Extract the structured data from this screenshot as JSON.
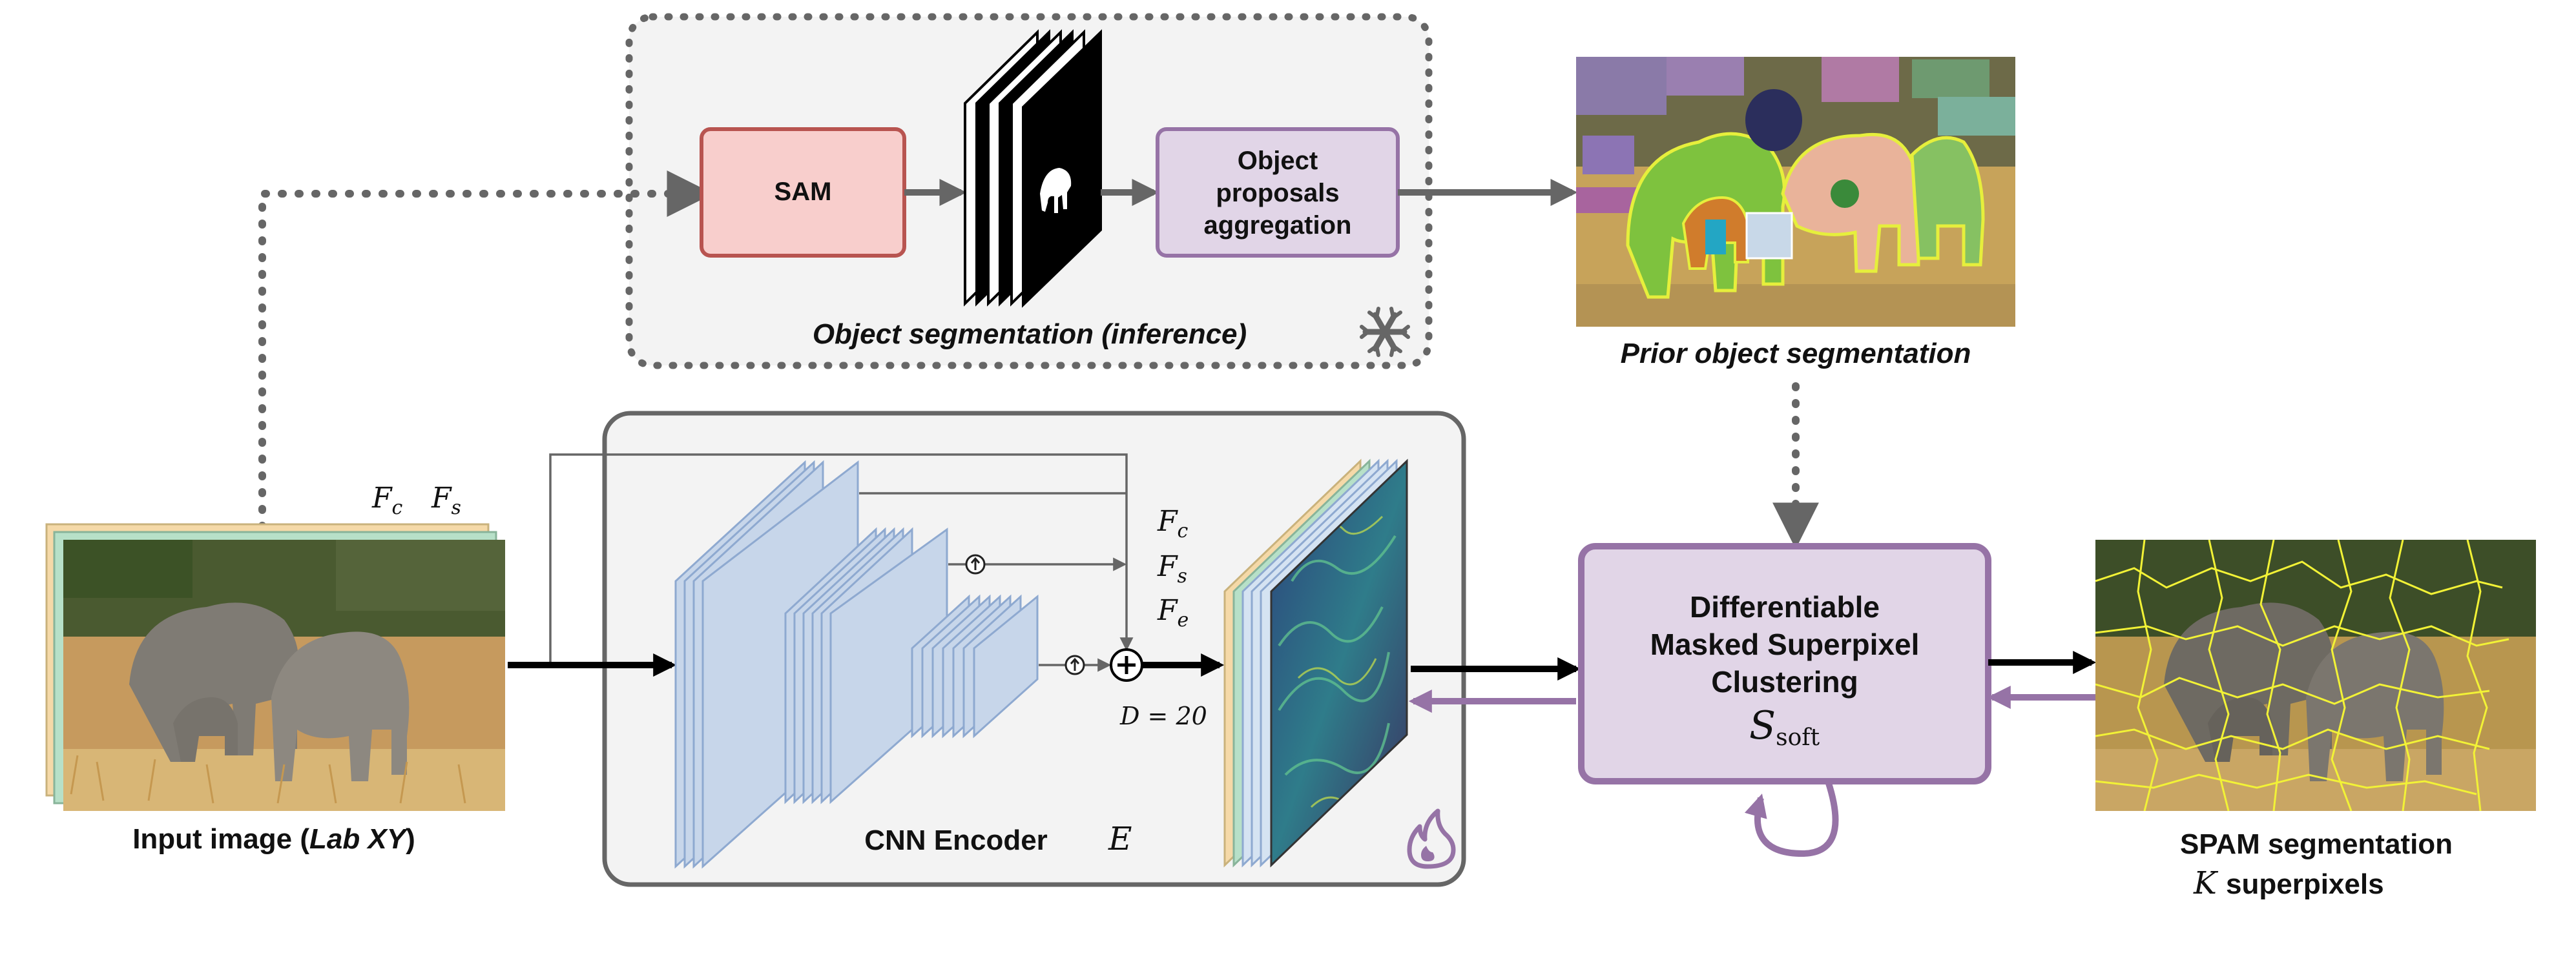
{
  "object_segmentation": {
    "caption": "Object segmentation (inference)",
    "sam_label": "SAM",
    "aggregation_label": [
      "Object",
      "proposals",
      "aggregation"
    ]
  },
  "prior": {
    "caption": "Prior object segmentation"
  },
  "input": {
    "caption_prefix": "Input image (",
    "caption_italic": "Lab XY",
    "caption_suffix": ")"
  },
  "features": {
    "fc": "F",
    "fc_sub": "c",
    "fs": "F",
    "fs_sub": "s",
    "fe": "F",
    "fe_sub": "e",
    "dimension": "D = 20"
  },
  "encoder": {
    "caption": "CNN Encoder",
    "symbol": "E"
  },
  "clustering": {
    "line1": "Differentiable",
    "line2": "Masked Superpixel",
    "line3": "Clustering",
    "symbol": "S",
    "symbol_sub": "soft"
  },
  "output": {
    "line1": "SPAM segmentation",
    "k_symbol": "K",
    "line2": "superpixels"
  },
  "colors": {
    "sam_fill": "#f8cecc",
    "sam_stroke": "#b85450",
    "purple_fill": "#e1d5e7",
    "purple_stroke": "#9673a6",
    "layer_fill": "#c7d6ea",
    "layer_stroke": "#8ea9d0",
    "gray_box": "#f3f3f3",
    "arrow_dark": "#666666"
  },
  "icons": {
    "frozen": "snowflake-icon",
    "trainable": "flame-icon"
  }
}
